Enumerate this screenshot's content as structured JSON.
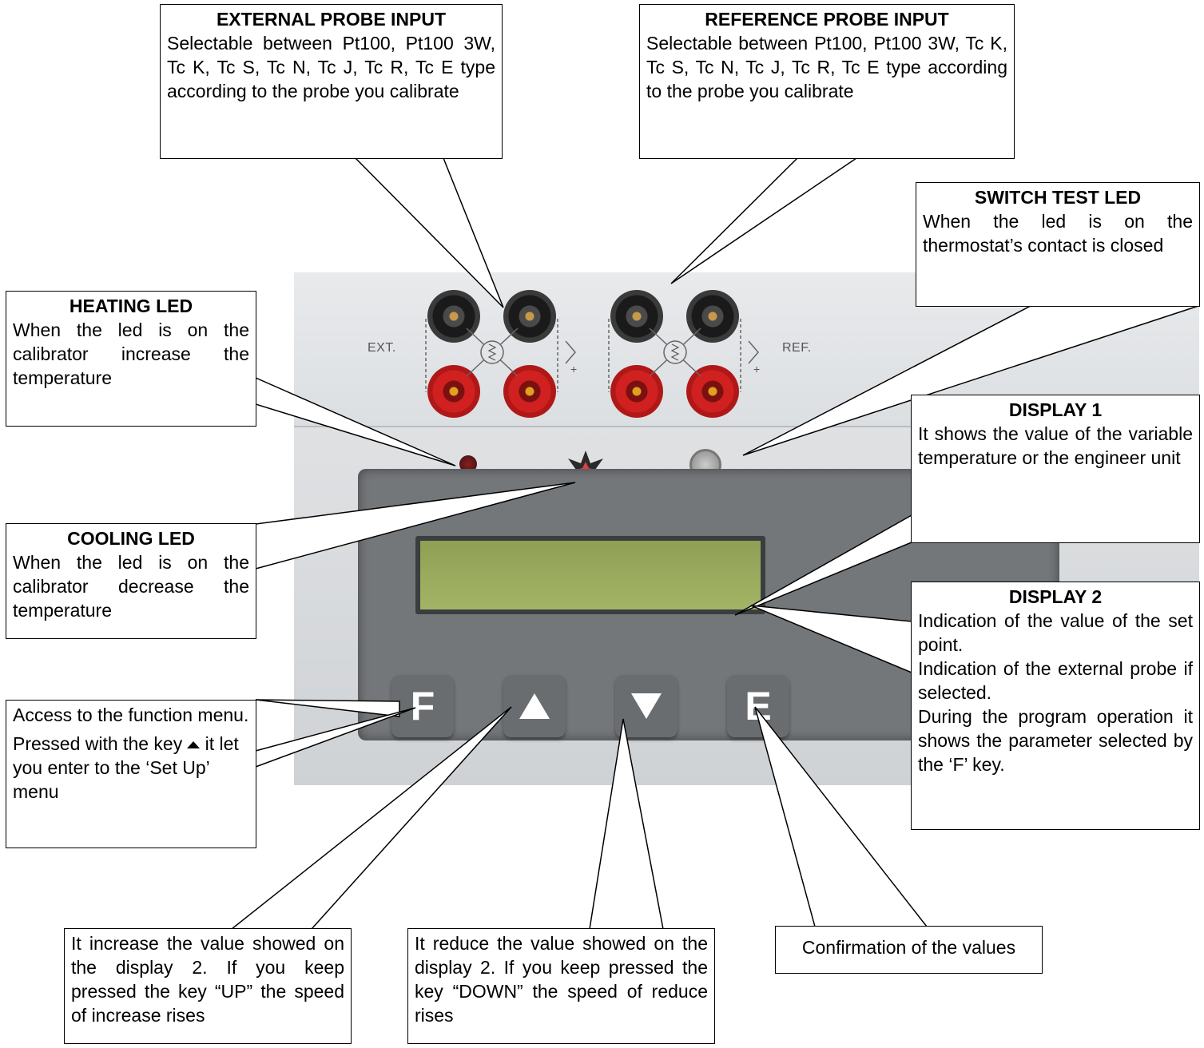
{
  "device": {
    "ext_label": "EXT.",
    "ref_label": "REF.",
    "keys": {
      "f": "F",
      "e": "E"
    }
  },
  "callouts": {
    "external_probe": {
      "title": "EXTERNAL PROBE INPUT",
      "text": "Selectable between  Pt100, Pt100 3W, Tc K, Tc S, Tc N, Tc J, Tc R, Tc E type according to the probe you calibrate"
    },
    "reference_probe": {
      "title": "REFERENCE PROBE INPUT",
      "text": "Selectable between  Pt100, Pt100 3W, Tc K, Tc S, Tc N, Tc J, Tc R, Tc E type according to the probe you calibrate"
    },
    "switch_test_led": {
      "title": "SWITCH TEST LED",
      "text": "When the led is on the thermostat’s contact is closed"
    },
    "heating_led": {
      "title": "HEATING LED",
      "text": "When the led is on the calibrator increase the temperature"
    },
    "display_1": {
      "title": "DISPLAY 1",
      "text": "It shows the value of the variable temperature or the engineer unit"
    },
    "cooling_led": {
      "title": "COOLING LED",
      "text": "When the led is on the calibrator decrease the temperature"
    },
    "display_2": {
      "title": "DISPLAY 2",
      "lines": [
        "Indication of the value of the set point.",
        "Indication of the external probe if selected.",
        "During the program operation it shows the parameter selected by the ‘F’ key."
      ]
    },
    "f_key": {
      "line1": "Access to the function menu.",
      "line2_before": "Pressed with the key",
      "line2_after": "it let you enter to the ‘Set Up’ menu"
    },
    "up_key": {
      "text": "It increase the value showed on the display 2. If you keep pressed the key “UP” the speed of increase rises"
    },
    "down_key": {
      "text": "It reduce the value showed on the display 2. If you keep pressed the key “DOWN” the speed of reduce rises"
    },
    "e_key": {
      "text": "Confirmation of the values"
    }
  },
  "colors": {
    "jack_black": "#1a1a1a",
    "jack_red": "#d02020",
    "lcd": "#9aab5d",
    "bezel": "#74777a",
    "key": "#6a6d70",
    "panel": "#dcdfe2"
  }
}
